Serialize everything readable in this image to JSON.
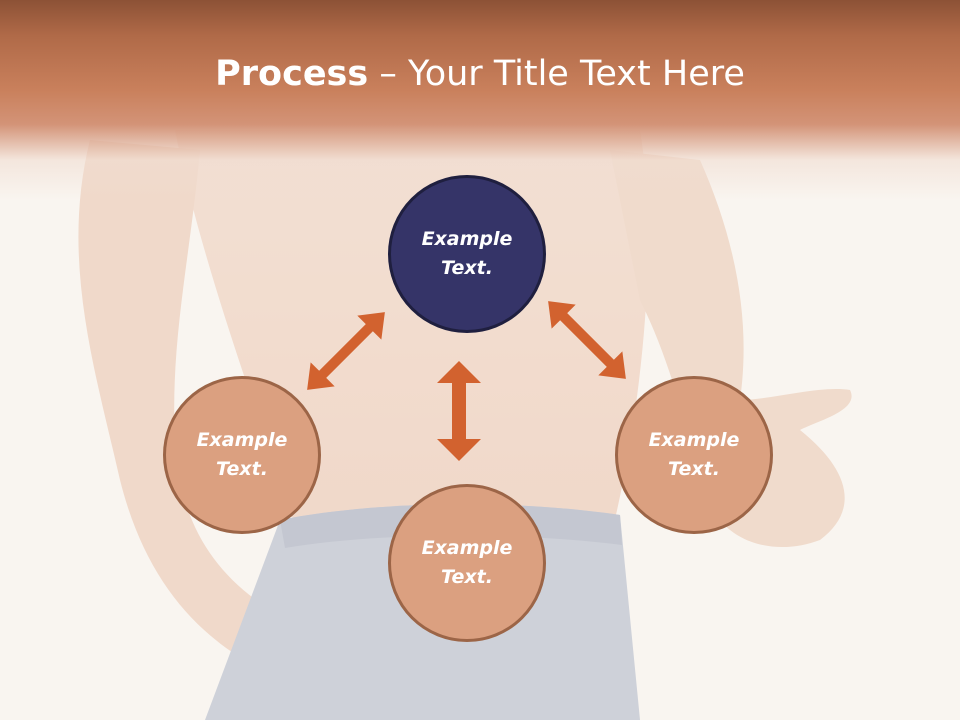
{
  "title": {
    "bold": "Process",
    "dash": " – ",
    "rest": "Your Title Text Here"
  },
  "nodes": {
    "top": "Example Text.",
    "left": "Example Text.",
    "bottom": "Example Text.",
    "right": "Example Text."
  },
  "colors": {
    "header": "#c9805c",
    "node_center": "#353468",
    "node_outer": "#dba080",
    "node_outer_border": "#9c6547",
    "arrow": "#d2622f"
  }
}
